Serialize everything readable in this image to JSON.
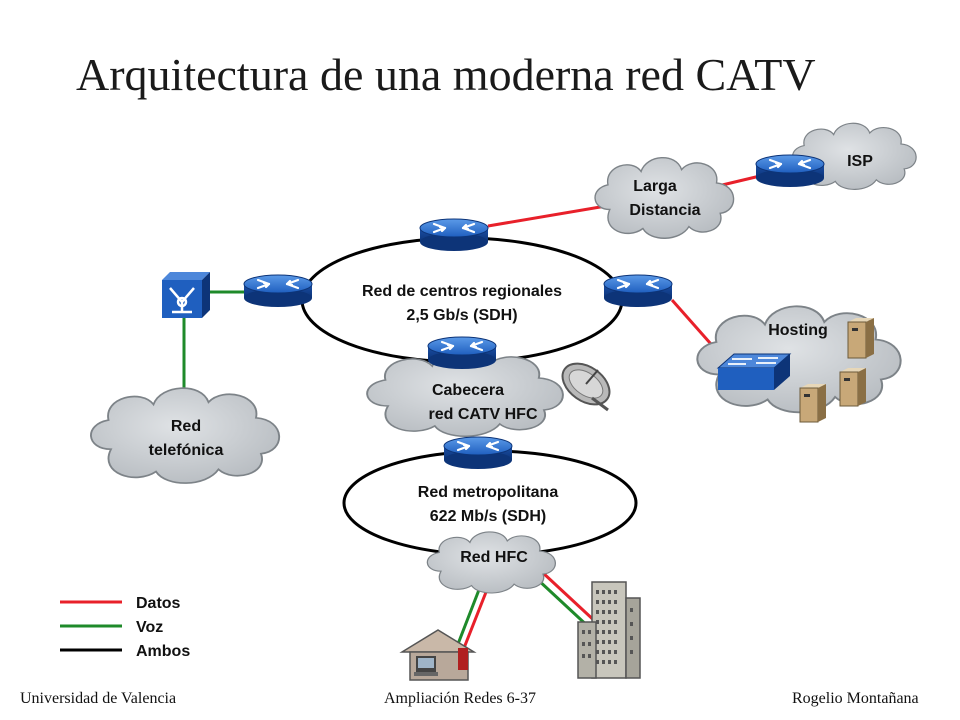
{
  "title": "Arquitectura de una moderna red CATV",
  "nodes": {
    "isp": "ISP",
    "larga_distancia": [
      "Larga",
      "Distancia"
    ],
    "regional_ring": [
      "Red de centros regionales",
      "2,5 Gb/s (SDH)"
    ],
    "hosting": "Hosting",
    "cabecera": [
      "Cabecera",
      "red CATV HFC"
    ],
    "red_telefonica": [
      "Red",
      "telefónica"
    ],
    "metro_ring": [
      "Red metropolitana",
      "622 Mb/s (SDH)"
    ],
    "red_hfc": "Red HFC"
  },
  "legend": [
    {
      "label": "Datos",
      "color": "#e8202a"
    },
    {
      "label": "Voz",
      "color": "#1e8a2a"
    },
    {
      "label": "Ambos",
      "color": "#000000"
    }
  ],
  "footer": {
    "left": "Universidad de Valencia",
    "center": "Ampliación Redes 6-37",
    "right": "Rogelio Montañana"
  },
  "colors": {
    "data_line": "#e8202a",
    "voice_line": "#1e8a2a",
    "router_blue": "#1f5fbf",
    "cloud_fill": "#c8ccd0"
  },
  "icons": [
    "router-icon",
    "switch-icon",
    "phone-switch-icon",
    "satellite-dish-icon",
    "server-icon",
    "house-icon",
    "building-icon",
    "cloud-icon"
  ]
}
